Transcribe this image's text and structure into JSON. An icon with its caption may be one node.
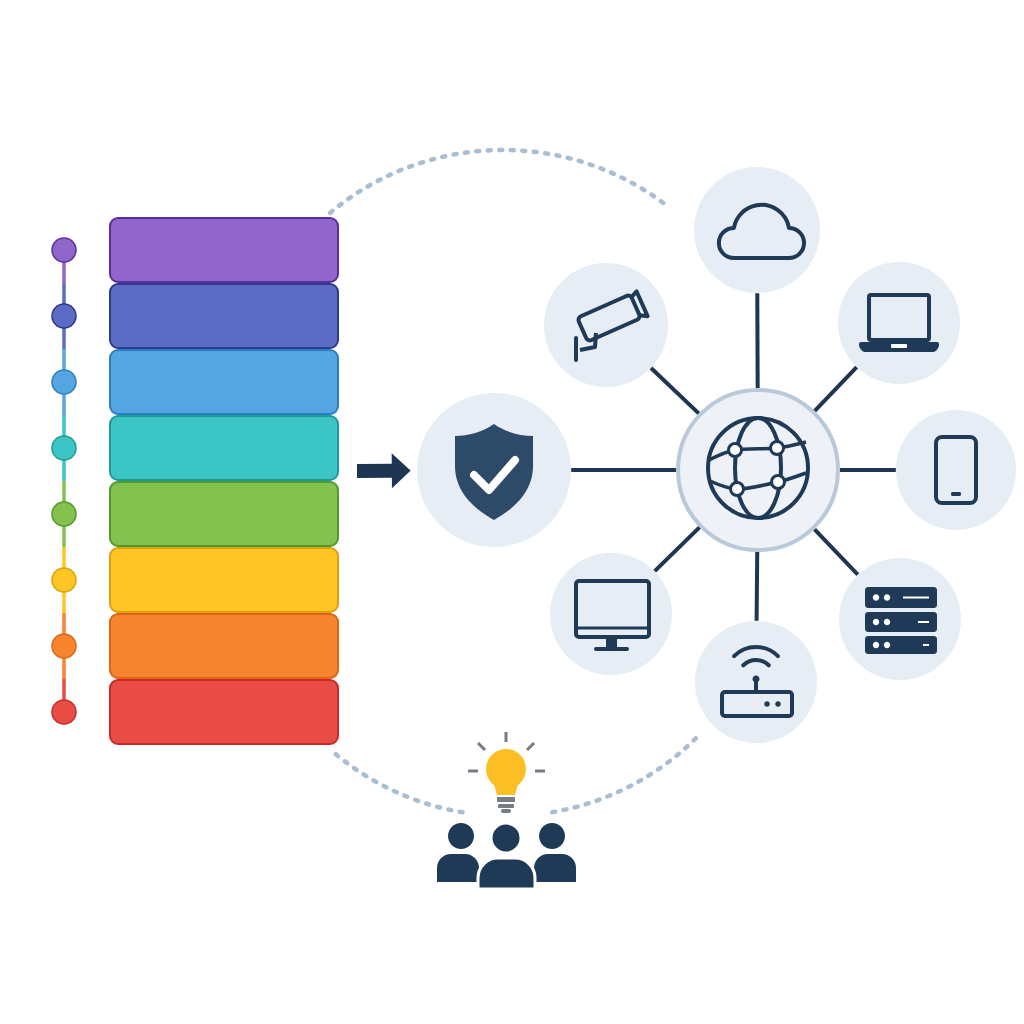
{
  "diagram": {
    "nodes": [
      {
        "text": [],
        "shape": "bar"
      },
      {
        "text": [],
        "shape": "bar"
      },
      {
        "text": [],
        "shape": "bar"
      },
      {
        "text": [],
        "shape": "bar"
      },
      {
        "text": [],
        "shape": "bar"
      },
      {
        "text": [],
        "shape": "bar"
      },
      {
        "text": [],
        "shape": "bar"
      },
      {
        "text": [],
        "shape": "bar"
      },
      {
        "text": [],
        "shape": "circle"
      },
      {
        "text": [],
        "shape": "circle"
      },
      {
        "text": [],
        "shape": "circle"
      },
      {
        "text": [],
        "shape": "circle"
      },
      {
        "text": [],
        "shape": "circle"
      },
      {
        "text": [],
        "shape": "circle"
      },
      {
        "text": [],
        "shape": "circle"
      },
      {
        "text": [],
        "shape": "circle"
      },
      {
        "text": [],
        "shape": "circle"
      }
    ],
    "edges": [
      {
        "from": null,
        "to": 8,
        "arrow": "to",
        "style": "thick"
      },
      {
        "from": 8,
        "to": 9,
        "arrow": "none"
      },
      {
        "from": 9,
        "to": 10,
        "arrow": "none"
      },
      {
        "from": 9,
        "to": 11,
        "arrow": "none"
      },
      {
        "from": 9,
        "to": 12,
        "arrow": "none"
      },
      {
        "from": 9,
        "to": 13,
        "arrow": "none"
      },
      {
        "from": 9,
        "to": 14,
        "arrow": "none"
      },
      {
        "from": 9,
        "to": 15,
        "arrow": "none"
      },
      {
        "from": 9,
        "to": 16,
        "arrow": "none"
      }
    ]
  }
}
